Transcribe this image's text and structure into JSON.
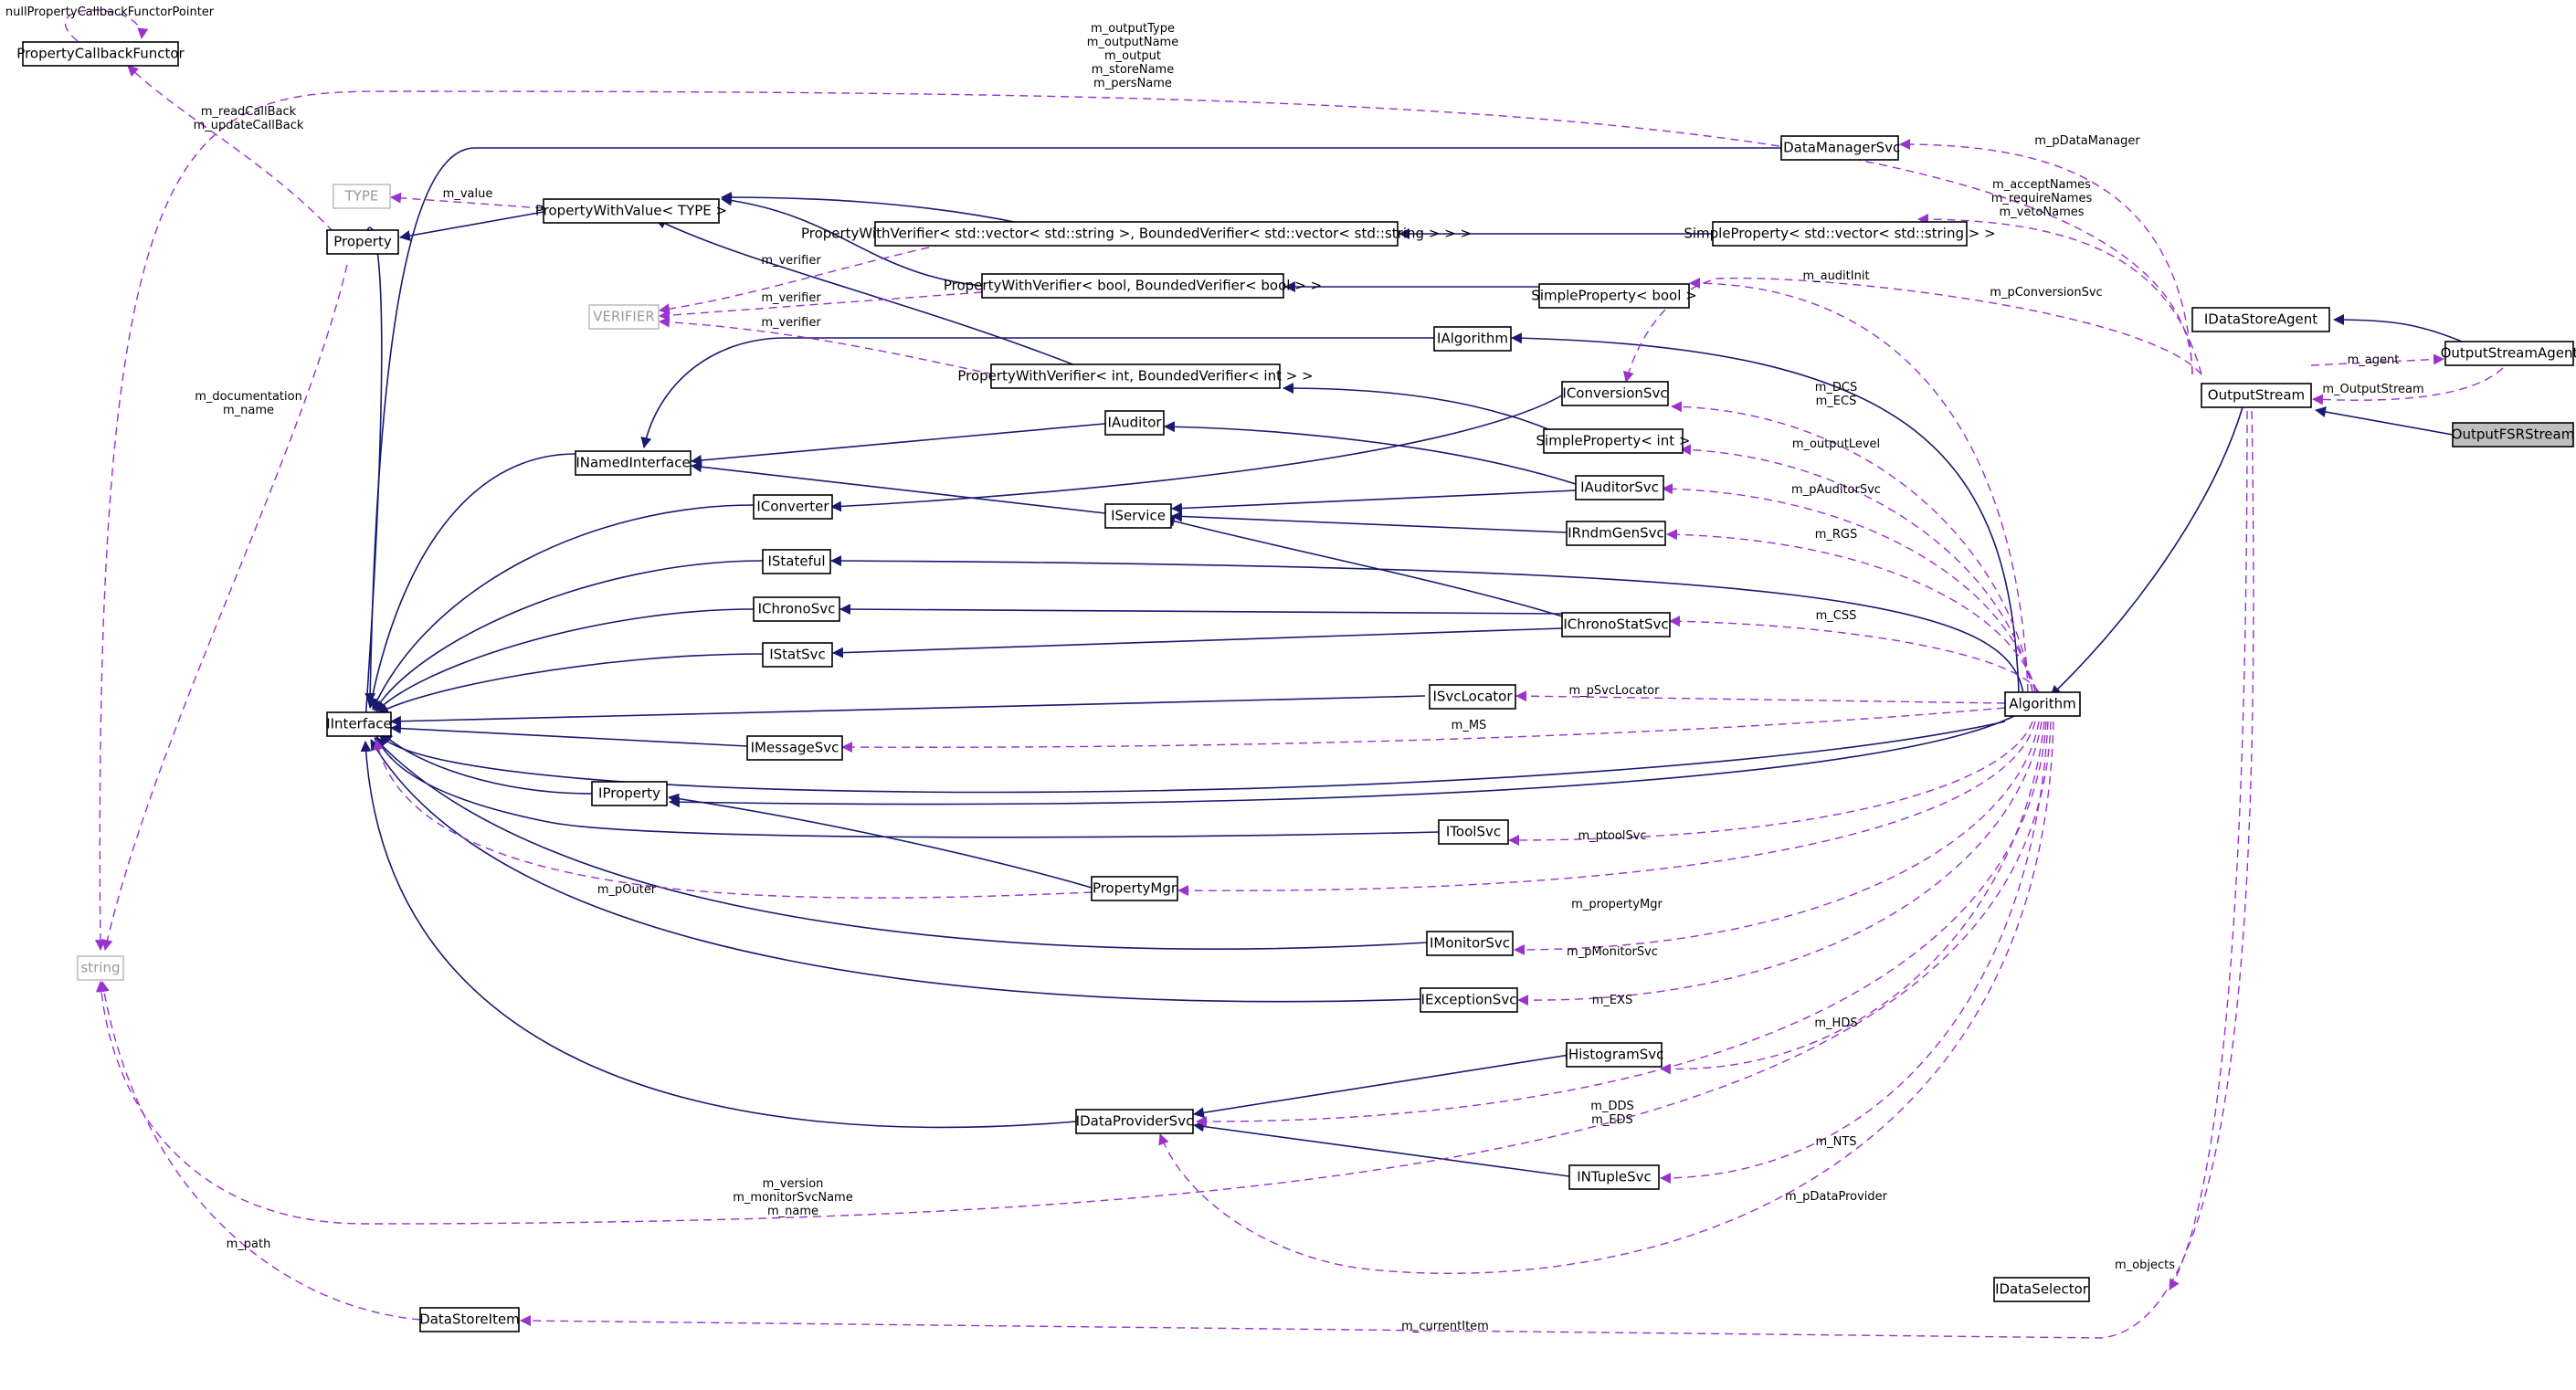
{
  "nodes": {
    "PropertyCallbackFunctor": "PropertyCallbackFunctor",
    "TYPE": "TYPE",
    "Property": "Property",
    "VERIFIER": "VERIFIER",
    "PropertyWithValue": "PropertyWithValue< TYPE >",
    "PWV_vecstring": "PropertyWithVerifier< std::vector< std::string >, BoundedVerifier< std::vector< std::string > > >",
    "PWV_bool": "PropertyWithVerifier< bool, BoundedVerifier< bool > >",
    "PWV_int": "PropertyWithVerifier< int, BoundedVerifier< int > >",
    "SimplePropertyVec": "SimpleProperty< std::vector< std::string > >",
    "SimplePropertyBool": "SimpleProperty< bool >",
    "SimplePropertyInt": "SimpleProperty< int >",
    "IDataManagerSvc": "IDataManagerSvc",
    "IDataStoreAgent": "IDataStoreAgent",
    "OutputStreamAgent": "OutputStreamAgent",
    "OutputStream": "OutputStream",
    "OutputFSRStream": "OutputFSRStream",
    "IAlgorithm": "IAlgorithm",
    "IConversionSvc": "IConversionSvc",
    "INamedInterface": "INamedInterface",
    "IAuditor": "IAuditor",
    "IConverter": "IConverter",
    "IService": "IService",
    "IAuditorSvc": "IAuditorSvc",
    "IRndmGenSvc": "IRndmGenSvc",
    "IStateful": "IStateful",
    "IChronoSvc": "IChronoSvc",
    "IChronoStatSvc": "IChronoStatSvc",
    "IStatSvc": "IStatSvc",
    "ISvcLocator": "ISvcLocator",
    "IInterface": "IInterface",
    "IMessageSvc": "IMessageSvc",
    "Algorithm": "Algorithm",
    "IProperty": "IProperty",
    "IToolSvc": "IToolSvc",
    "PropertyMgr": "PropertyMgr",
    "IMonitorSvc": "IMonitorSvc",
    "IExceptionSvc": "IExceptionSvc",
    "IHistogramSvc": "IHistogramSvc",
    "IDataProviderSvc": "IDataProviderSvc",
    "INTupleSvc": "INTupleSvc",
    "string": "string",
    "IDataSelector": "IDataSelector",
    "DataStoreItem": "DataStoreItem"
  },
  "edge_labels": {
    "nullPropertyCallbackFunctorPointer": "nullPropertyCallbackFunctorPointer",
    "readUpdateCallBack": [
      "m_readCallBack",
      "m_updateCallBack"
    ],
    "outputNames": [
      "m_outputType",
      "m_outputName",
      "m_output",
      "m_storeName",
      "m_persName"
    ],
    "pDataManager": "m_pDataManager",
    "value": "m_value",
    "acceptNames": [
      "m_acceptNames",
      "m_requireNames",
      "m_vetoNames"
    ],
    "verifier1": "m_verifier",
    "verifier2": "m_verifier",
    "verifier3": "m_verifier",
    "auditInit": "m_auditInit",
    "pConversionSvc": "m_pConversionSvc",
    "agent": "m_agent",
    "outputStreamLbl": "m_OutputStream",
    "documentationName": [
      "m_documentation",
      "m_name"
    ],
    "dcsEcs": [
      "m_DCS",
      "m_ECS"
    ],
    "outputLevel": "m_outputLevel",
    "pAuditorSvc": "m_pAuditorSvc",
    "rgs": "m_RGS",
    "css": "m_CSS",
    "pSvcLocator": "m_pSvcLocator",
    "ms": "m_MS",
    "ptoolSvc": "m_ptoolSvc",
    "pOuter": "m_pOuter",
    "propertyMgr": "m_propertyMgr",
    "pMonitorSvc": "m_pMonitorSvc",
    "exs": "m_EXS",
    "hds": "m_HDS",
    "ddsEds": [
      "m_DDS",
      "m_EDS"
    ],
    "nts": "m_NTS",
    "versionNames": [
      "m_version",
      "m_monitorSvcName",
      "m_name"
    ],
    "pDataProvider": "m_pDataProvider",
    "path": "m_path",
    "objects": "m_objects",
    "currentItem": "m_currentItem"
  },
  "colors": {
    "inheritance": "#191970",
    "usage": "#9a32cd",
    "highlight_fill": "#bfbfbf",
    "template_border": "#bfbfbf"
  }
}
